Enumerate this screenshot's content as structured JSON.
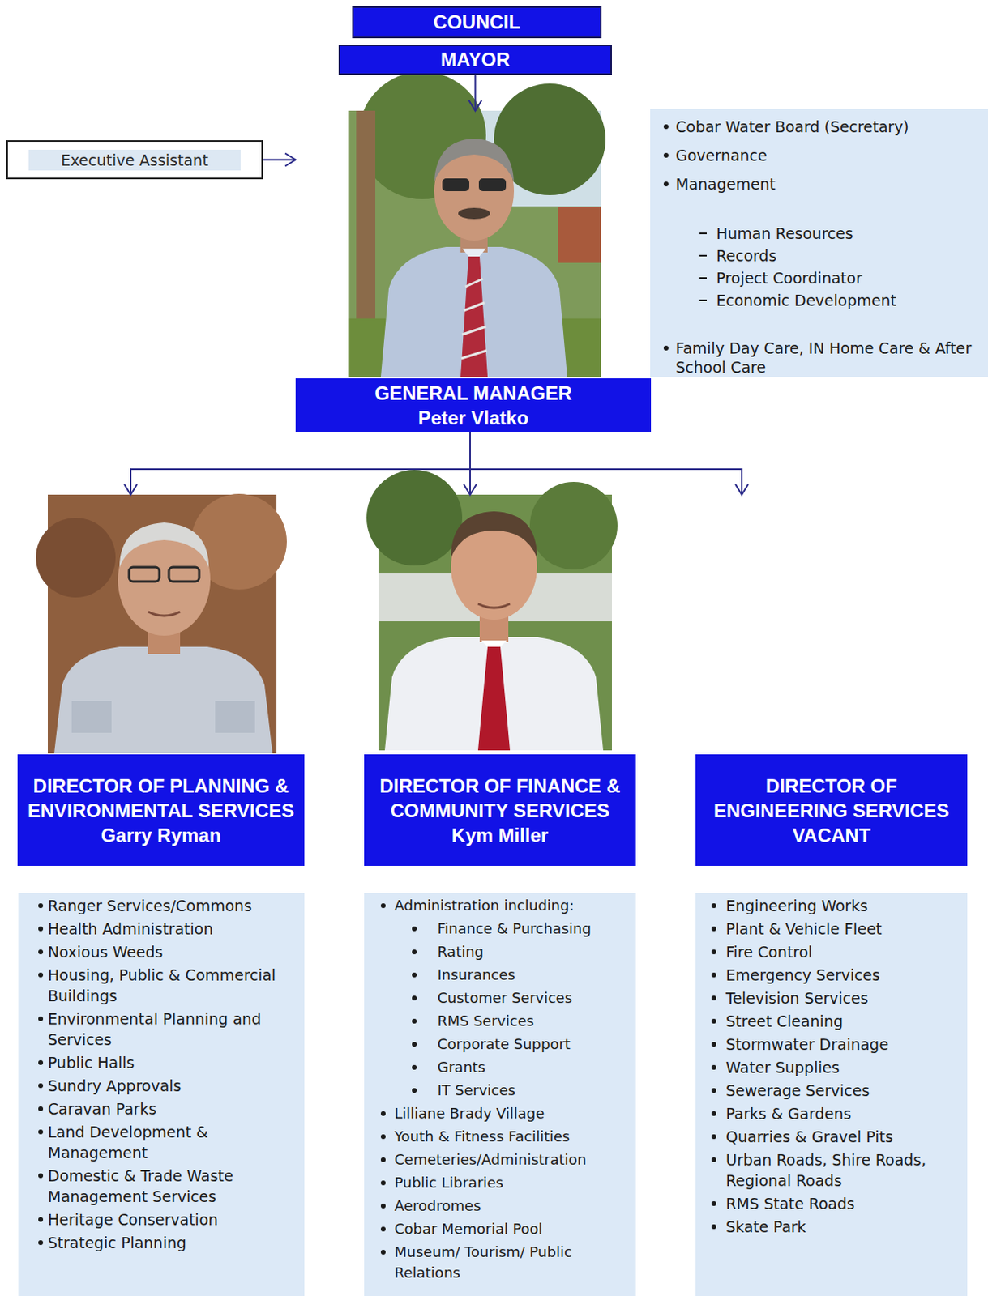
{
  "diagram": {
    "nodes": [
      {
        "text": [
          "COUNCIL"
        ]
      },
      {
        "text": [
          "MAYOR"
        ]
      },
      {
        "text": [
          "Executive Assistant"
        ]
      },
      {
        "text": [
          "GENERAL MANAGER",
          "Peter Vlatko"
        ]
      },
      {
        "text": [
          "Cobar Water Board (Secretary)",
          "Governance",
          "Management",
          "Human Resources",
          "Records",
          "Project Coordinator",
          "Economic Development",
          "Family Day Care, IN Home Care & After School Care"
        ]
      },
      {
        "text": [
          "DIRECTOR OF PLANNING & ENVIRONMENTAL SERVICES",
          "Garry Ryman"
        ]
      },
      {
        "text": [
          "DIRECTOR OF FINANCE & COMMUNITY SERVICES",
          "Kym Miller"
        ]
      },
      {
        "text": [
          "DIRECTOR OF ENGINEERING SERVICES",
          "VACANT"
        ]
      },
      {
        "text": [
          "Ranger Services/Commons",
          "Health Administration",
          "Noxious Weeds",
          "Housing, Public & Commercial Buildings",
          "Environmental Planning and Services",
          "Public Halls",
          "Sundry Approvals",
          "Caravan Parks",
          "Land Development & Management",
          "Domestic & Trade Waste Management Services",
          "Heritage Conservation",
          "Strategic Planning"
        ]
      },
      {
        "text": [
          "Administration including:",
          "Finance & Purchasing",
          "Rating",
          "Insurances",
          "Customer Services",
          "RMS Services",
          "Corporate Support",
          "Grants",
          "IT Services",
          "Lilliane Brady Village",
          "Youth & Fitness Facilities",
          "Cemeteries/Administration",
          "Public Libraries",
          "Aerodromes",
          "Cobar Memorial Pool",
          "Museum/ Tourism/ Public Relations"
        ]
      },
      {
        "text": [
          "Engineering Works",
          "Plant & Vehicle Fleet",
          "Fire Control",
          "Emergency Services",
          "Television Services",
          "Street Cleaning",
          "Stormwater Drainage",
          "Water Supplies",
          "Sewerage Services",
          "Parks & Gardens",
          "Quarries & Gravel Pits",
          "Urban Roads, Shire Roads, Regional Roads",
          "RMS State Roads",
          "Skate Park"
        ]
      }
    ],
    "edges": [
      {
        "from": 1,
        "to": 3,
        "arrow": "to"
      },
      {
        "from": 2,
        "to": 3,
        "arrow": "to"
      },
      {
        "from": 3,
        "to": 5,
        "arrow": "to"
      },
      {
        "from": 3,
        "to": 6,
        "arrow": "to"
      },
      {
        "from": 3,
        "to": 7,
        "arrow": "to"
      }
    ]
  }
}
